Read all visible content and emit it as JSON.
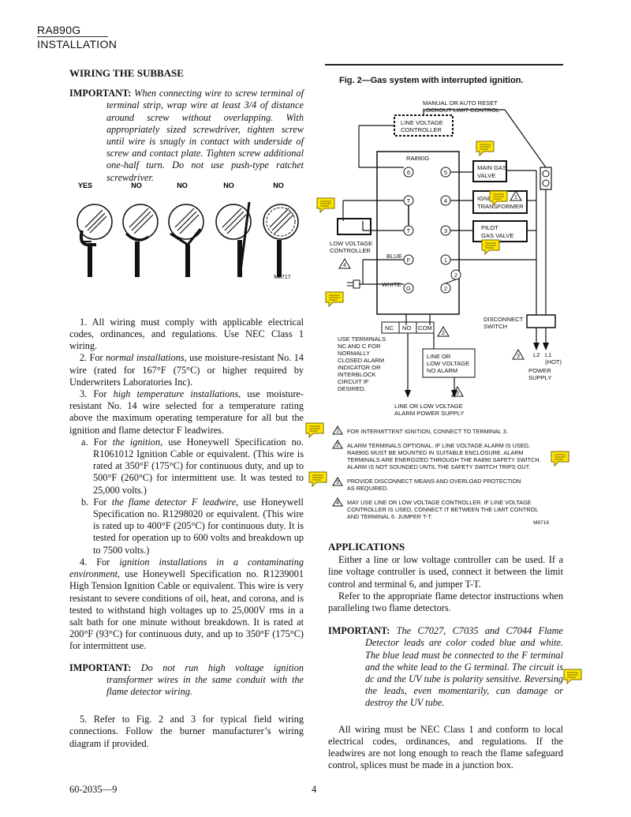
{
  "header": {
    "model": "RA890G",
    "section": "INSTALLATION"
  },
  "left": {
    "title": "WIRING THE SUBBASE",
    "important1": {
      "label": "IMPORTANT:",
      "text": "When connecting wire to screw terminal of terminal strip, wrap wire at least 3/4 of distance around screw without overlapping. With appropriately sized screwdriver, tighten screw until wire is snugly in contact with underside of screw and contact plate. Tighten screw additional one-half turn. Do not use push-type ratchet screwdriver."
    },
    "figure": {
      "labels": [
        "YES",
        "NO",
        "NO",
        "NO",
        "NO"
      ],
      "code": "M8717"
    },
    "p1": "1. All wiring must comply with applicable electrical codes, ordinances, and regulations. Use NEC Class 1 wiring.",
    "p2": {
      "a": "2. For ",
      "b": "normal installations",
      "c": ", use moisture-resistant No. 14 wire (rated for 167°F (75°C) or higher required by Underwriters Laboratories Inc)."
    },
    "p3": {
      "a": "3. For ",
      "b": "high temperature installations",
      "c": ", use moisture-resistant No. 14 wire selected for a temperature rating above the maximum operating temperature for all but the ignition and flame detector F leadwires."
    },
    "pa": {
      "a": "a. For ",
      "b": "the ignition",
      "c": ", use Honeywell Specification no. R1061012 Ignition Cable or equivalent. (This wire is rated at 350°F (175°C) for continuous duty, and up to 500°F (260°C) for intermittent use. It was tested to 25,000 volts.)"
    },
    "pb": {
      "a": "b. For ",
      "b": "the flame detector F leadwire",
      "c": ", use Honeywell Specification no. R1298020 or equivalent. (This wire is rated up to 400°F (205°C) for continuous duty. It is tested for operation up to 600 volts and breakdown up to 7500 volts.)"
    },
    "p4": {
      "a": "4. For ",
      "b": "ignition installations in a contaminating environment,",
      "c": " use Honeywell Specification no. R1239001 High Tension Ignition Cable or equivalent. This wire is very resistant to severe conditions of oil, heat, and corona, and is tested to withstand high voltages up to 25,000V rms in a salt bath for one minute without breakdown. It is rated at 200°F (93°C) for continuous duty, and up to 350°F (175°C) for intermittent use."
    },
    "important2": {
      "label": "IMPORTANT:",
      "text": "Do not run high voltage ignition transformer wires in the same conduit with the flame detector wiring."
    },
    "p5": "5. Refer to Fig. 2 and 3 for typical field wiring connections. Follow the burner manufacturer’s wiring diagram if provided."
  },
  "fig2": {
    "title": "Fig. 2—Gas system with interrupted ignition.",
    "manual_reset": [
      "MANUAL OR AUTO RESET",
      "LOCKOUT LIMIT CONTROL"
    ],
    "line_voltage_controller": [
      "LINE VOLTAGE",
      "CONTROLLER"
    ],
    "device": "RA890G",
    "terminals": [
      "6",
      "5",
      "T",
      "4",
      "T",
      "3",
      "F",
      "1",
      "G",
      "2",
      "2"
    ],
    "main_gas": [
      "MAIN GAS",
      "VALVE"
    ],
    "ignition": [
      "IGNITION",
      "TRANSFORMER"
    ],
    "pilot": [
      "PILOT",
      "GAS VALVE"
    ],
    "low_voltage_controller": [
      "LOW VOLTAGE",
      "CONTROLLER"
    ],
    "blue": "BLUE",
    "white": "WHITE",
    "nc": "NC",
    "no": "NO",
    "com": "COM",
    "use_terminals": [
      "USE TERMINALS",
      "NC AND C FOR",
      "NORMALLY",
      "CLOSED ALARM",
      "INDICATOR OR",
      "INTERBLOCK",
      "CIRCUIT IF",
      "DESIRED."
    ],
    "alarm_box": [
      "LINE OR",
      "LOW VOLTAGE",
      "NO ALARM"
    ],
    "alarm_supply": [
      "LINE OR LOW VOLTAGE",
      "ALARM POWER SUPPLY"
    ],
    "disconnect": [
      "DISCONNECT",
      "SWITCH"
    ],
    "l2": "L2",
    "l1": "L1",
    "hot": "(HOT)",
    "power": [
      "POWER",
      "SUPPLY"
    ],
    "tri": [
      "1",
      "2",
      "3",
      "4"
    ],
    "notes": [
      {
        "n": "1",
        "lines": [
          "FOR INTERMITTENT IGNITION, CONNECT TO TERMINAL 3."
        ]
      },
      {
        "n": "2",
        "lines": [
          "ALARM TERMINALS OPTIONAL. IF LINE VOLTAGE ALARM IS USED,",
          "RA890G MUST BE MOUNTED IN SUITABLE ENCLOSURE. ALARM",
          "TERMINALS ARE ENERGIZED THROUGH THE RA890 SAFETY SWITCH.",
          "ALARM IS NOT SOUNDED  UNTIL THE SAFETY SWITCH TRIPS OUT."
        ]
      },
      {
        "n": "3",
        "lines": [
          "PROVIDE DISCONNECT MEANS AND OVERLOAD PROTECTION",
          "AS REQUIRED."
        ]
      },
      {
        "n": "4",
        "lines": [
          "MAY USE LINE OR LOW VOLTAGE CONTROLLER. IF LINE VOLTAGE",
          "CONTROLLER IS USED, CONNECT IT BETWEEN THE LIMIT CONTROL",
          "AND TERMINAL 6. JUMPER T-T."
        ]
      }
    ],
    "code": "M8718"
  },
  "right": {
    "title": "APPLICATIONS",
    "p1": "Either a line or low voltage controller can be used. If a line voltage controller is used, connect it between the limit control and terminal 6, and jumper T-T.",
    "p2": "Refer to the appropriate flame detector instructions when paralleling two flame detectors.",
    "important": {
      "label": "IMPORTANT:",
      "text": "The C7027, C7035 and C7044 Flame Detector leads are color coded blue and white. The blue lead must be connected to the F terminal and the white lead to the G terminal. The circuit is dc and the UV tube is polarity sensitive. Reversing the leads, even momentarily, can damage or destroy the UV tube."
    },
    "p3": "All wiring must be NEC Class 1 and conform to local electrical codes, ordinances, and regulations. If the leadwires are not long enough to reach the flame safeguard control, splices must be made in a junction box."
  },
  "footer": {
    "code": "60-2035—9",
    "page": "4"
  },
  "colors": {
    "note_fill": "#ffe600",
    "note_stroke": "#7a6a00"
  }
}
